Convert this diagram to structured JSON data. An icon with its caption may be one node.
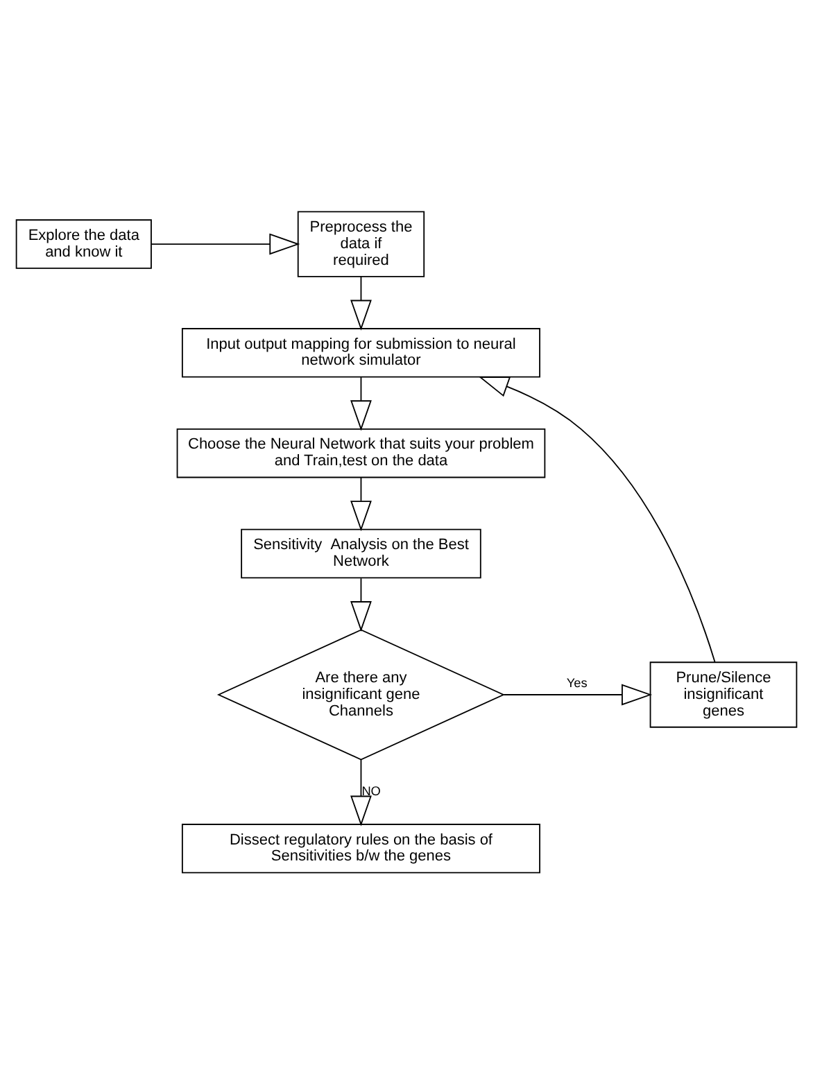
{
  "diagram": {
    "nodes": [
      {
        "text": [
          "Explore the data and know it"
        ]
      },
      {
        "text": [
          "Preprocess the data if required"
        ]
      },
      {
        "text": [
          "Input output mapping for submission to neural network simulator"
        ]
      },
      {
        "text": [
          "Choose the Neural Network that suits your problem and Train,test on the data"
        ]
      },
      {
        "text": [
          "Sensitivity  Analysis on the Best Network"
        ]
      },
      {
        "text": [
          "Are there any insignificant gene Channels"
        ]
      },
      {
        "text": [
          "Prune/Silence insignificant genes"
        ]
      },
      {
        "text": [
          "Dissect regulatory rules on the basis of Sensitivities b/w the genes"
        ]
      }
    ],
    "edges": [
      {
        "from": 0,
        "to": 1,
        "arrow": "to"
      },
      {
        "from": 1,
        "to": 2,
        "arrow": "to"
      },
      {
        "from": 2,
        "to": 3,
        "arrow": "to"
      },
      {
        "from": 3,
        "to": 4,
        "arrow": "to"
      },
      {
        "from": 4,
        "to": 5,
        "arrow": "to"
      },
      {
        "from": 5,
        "to": 6,
        "arrow": "to",
        "label": "Yes"
      },
      {
        "from": 6,
        "to": 2,
        "arrow": "to"
      },
      {
        "from": 5,
        "to": 7,
        "arrow": "to",
        "label": "NO"
      }
    ]
  }
}
